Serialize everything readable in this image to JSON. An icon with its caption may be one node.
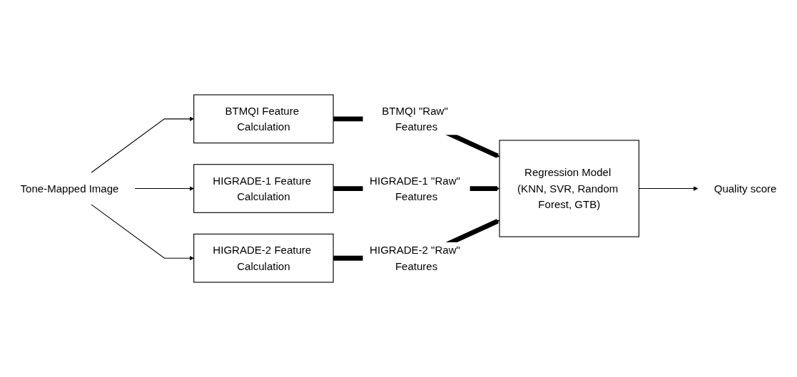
{
  "diagram": {
    "nodes": [
      {
        "text": [
          "Tone-Mapped Image"
        ]
      },
      {
        "text": [
          "BTMQI Feature Calculation"
        ]
      },
      {
        "text": [
          "HIGRADE-1 Feature Calculation"
        ]
      },
      {
        "text": [
          "HIGRADE-2 Feature Calculation"
        ]
      },
      {
        "text": [
          "Regression Model (KNN, SVR, Random Forest, GTB)"
        ]
      },
      {
        "text": [
          "Quality score"
        ]
      }
    ],
    "edges": [
      {
        "from": 0,
        "to": 1,
        "arrow": "to"
      },
      {
        "from": 0,
        "to": 2,
        "arrow": "to"
      },
      {
        "from": 0,
        "to": 3,
        "arrow": "to"
      },
      {
        "from": 1,
        "to": 4,
        "arrow": "to",
        "label": "BTMQI \"Raw\" Features",
        "style": "thick"
      },
      {
        "from": 2,
        "to": 4,
        "arrow": "to",
        "label": "HIGRADE-1 \"Raw\" Features",
        "style": "thick"
      },
      {
        "from": 3,
        "to": 4,
        "arrow": "to",
        "label": "HIGRADE-2 \"Raw\" Features",
        "style": "thick"
      },
      {
        "from": 4,
        "to": 5,
        "arrow": "to"
      }
    ]
  }
}
